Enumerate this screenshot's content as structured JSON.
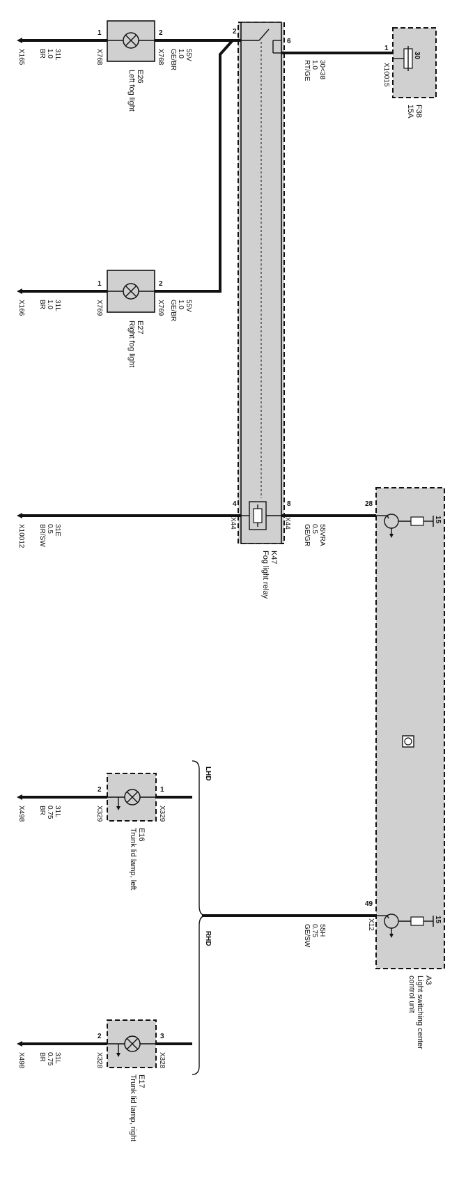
{
  "colors": {
    "wire": "#111111",
    "component_fill": "#d0d0d0"
  },
  "components": {
    "e26": {
      "id": "E26",
      "name": "Left fog light",
      "pin_left": "1",
      "pin_right": "2",
      "conn_left": "X768",
      "conn_right": "X768"
    },
    "e27": {
      "id": "E27",
      "name": "Right fog light",
      "pin_left": "1",
      "pin_right": "2",
      "conn_left": "X769",
      "conn_right": "X769"
    },
    "k47": {
      "id": "K47",
      "name": "Fog light relay",
      "pin_tl": "2",
      "pin_tr": "6",
      "pin_bl": "4",
      "pin_br": "8",
      "conn_bl": "X44",
      "conn_br": "X44"
    },
    "f38": {
      "id": "F38",
      "rating": "15A",
      "pin_top": "1",
      "conn": "X10015",
      "terminal": "30"
    },
    "a3": {
      "id": "A3",
      "name_line1": "Light switching center",
      "name_line2": "control unit",
      "pin_upper": "28",
      "pin_lower": "49",
      "conn_lower": "X12",
      "term_upper": "15",
      "term_lower": "15"
    },
    "e16": {
      "id": "E16",
      "name": "Trunk lid lamp, left",
      "pin_left": "2",
      "pin_right": "1",
      "conn_left": "X329",
      "conn_right": "X329"
    },
    "e17": {
      "id": "E17",
      "name": "Trunk lid lamp, right",
      "pin_left": "2",
      "pin_right": "3",
      "conn_left": "X328",
      "conn_right": "X328"
    }
  },
  "wires": {
    "w1": {
      "signal": "31L",
      "gauge": "1.0",
      "color": "BR",
      "ground": "X165"
    },
    "w2": {
      "signal": "55V",
      "gauge": "1.0",
      "color": "GE/BR"
    },
    "w3": {
      "signal": "30<38",
      "gauge": "1.0",
      "color": "RT/GE"
    },
    "w4": {
      "signal": "31L",
      "gauge": "1.0",
      "color": "BR",
      "ground": "X166"
    },
    "w5": {
      "signal": "55V",
      "gauge": "1.0",
      "color": "GE/BR"
    },
    "w6": {
      "signal": "31E",
      "gauge": "0.5",
      "color": "BR/SW",
      "ground": "X10012"
    },
    "w7": {
      "signal": "55VRA",
      "gauge": "0.5",
      "color": "GE/GR"
    },
    "w8": {
      "signal": "31L",
      "gauge": "0.75",
      "color": "BR",
      "ground": "X498"
    },
    "w9": {
      "signal": "55H",
      "gauge": "0.75",
      "color": "GE/SW"
    },
    "w10": {
      "signal": "31L",
      "gauge": "0.75",
      "color": "BR",
      "ground": "X498"
    }
  },
  "variants": {
    "lhd": "LHD",
    "rhd": "RHD"
  }
}
